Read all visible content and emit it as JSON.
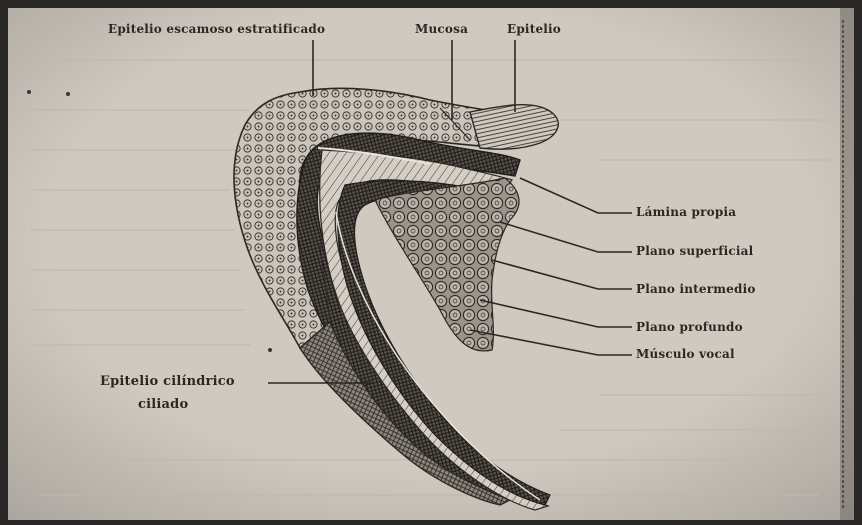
{
  "labels": {
    "epitelio_escamoso": "Epitelio escamoso estratificado",
    "mucosa": "Mucosa",
    "epitelio": "Epitelio",
    "lamina_propia": "Lámina propia",
    "plano_superficial": "Plano superficial",
    "plano_intermedio": "Plano intermedio",
    "plano_profundo": "Plano profundo",
    "musculo_vocal": "Músculo vocal",
    "epitelio_cilindrico_1": "Epitelio cilíndrico",
    "epitelio_cilindrico_2": "ciliado"
  },
  "colors": {
    "paper": "#cfc9c0",
    "ink": "#2b2724",
    "shadow": "#2a2826"
  }
}
